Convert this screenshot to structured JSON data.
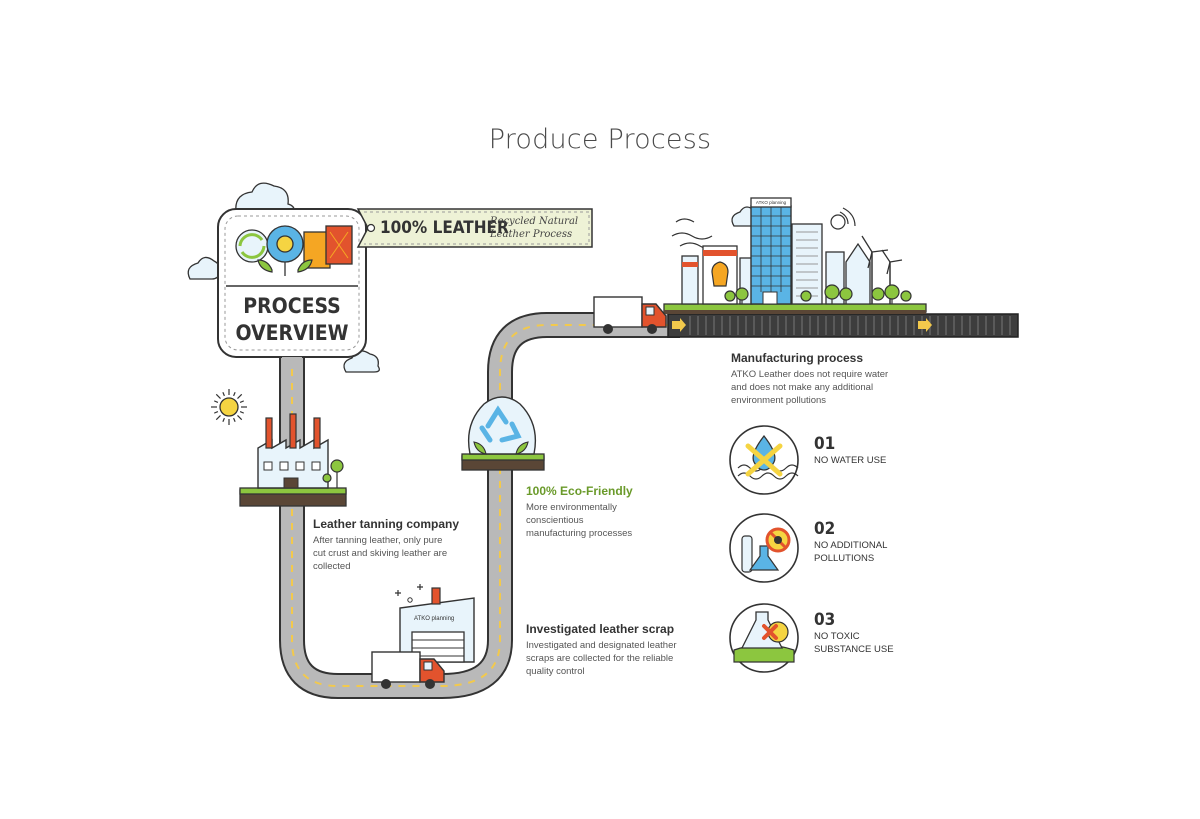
{
  "page": {
    "title": "Produce Process"
  },
  "overview": {
    "title_line1": "PROCESS",
    "title_line2": "OVERVIEW"
  },
  "banner": {
    "headline": "100% LEATHER",
    "sub_line1": "Recycled Natural",
    "sub_line2": "Leather Process"
  },
  "steps": [
    {
      "title": "Leather tanning company",
      "desc": [
        "After tanning leather, only pure",
        "cut crust and skiving leather are",
        "collected"
      ]
    },
    {
      "title": "Investigated leather scrap",
      "desc": [
        "Investigated and designated leather",
        "scraps are collected for the reliable",
        "quality control"
      ]
    },
    {
      "title": "100% Eco-Friendly",
      "desc": [
        "More environmentally",
        "conscientious",
        "manufacturing processes"
      ]
    },
    {
      "title": "Manufacturing process",
      "desc": [
        "ATKO Leather does not require water",
        "and does not make any additional",
        "environment pollutions"
      ]
    }
  ],
  "benefits": [
    {
      "number": "01",
      "label": [
        "NO WATER USE"
      ],
      "icon": "no-water-icon"
    },
    {
      "number": "02",
      "label": [
        "NO ADDITIONAL",
        "POLLUTIONS"
      ],
      "icon": "no-pollution-icon"
    },
    {
      "number": "03",
      "label": [
        "NO TOXIC",
        "SUBSTANCE USE"
      ],
      "icon": "no-toxic-icon"
    }
  ],
  "signs": {
    "factory_sign": "ATKO planning",
    "tower_sign": "ATKO planning"
  },
  "colors": {
    "outline": "#333333",
    "road": "#b5b5b5",
    "road_line": "#f2c94c",
    "grass": "#8cc63f",
    "soil": "#5a4636",
    "truck_red": "#e2532d",
    "eco_green": "#6a9a2a",
    "water_blue": "#5ab4e5",
    "banner_bg": "#eef2d6"
  }
}
